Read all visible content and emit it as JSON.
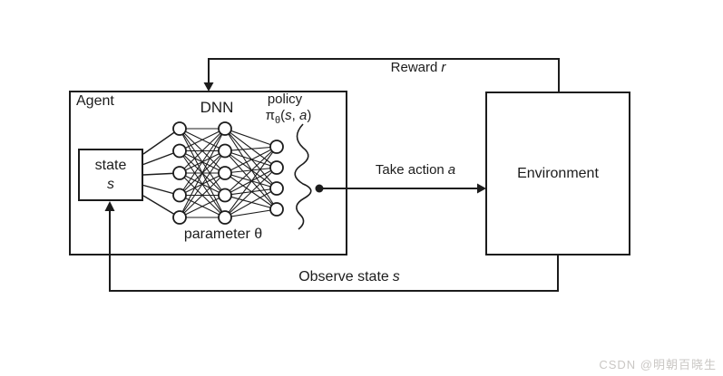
{
  "diagram": {
    "agent": {
      "label": "Agent"
    },
    "state_box": {
      "title": "state",
      "symbol": "s"
    },
    "dnn": {
      "label": "DNN",
      "layers": [
        5,
        5,
        4
      ],
      "parameter_label": "parameter θ"
    },
    "policy": {
      "label": "policy",
      "formula": {
        "pi": "π",
        "theta": "θ",
        "open": "(",
        "s": "s",
        "comma": ", ",
        "a": "a",
        "close": ")"
      }
    },
    "environment": {
      "label": "Environment"
    },
    "edges": {
      "reward": {
        "label": "Reward",
        "symbol": "r"
      },
      "take_action": {
        "label": "Take action",
        "symbol": "a"
      },
      "observe": {
        "label": "Observe state",
        "symbol": "s"
      }
    },
    "colors": {
      "line": "#1c1c1c",
      "background": "#ffffff",
      "watermark_text": "#cac7c4"
    }
  },
  "watermark": {
    "label": "CSDN @明朝百晓生"
  }
}
